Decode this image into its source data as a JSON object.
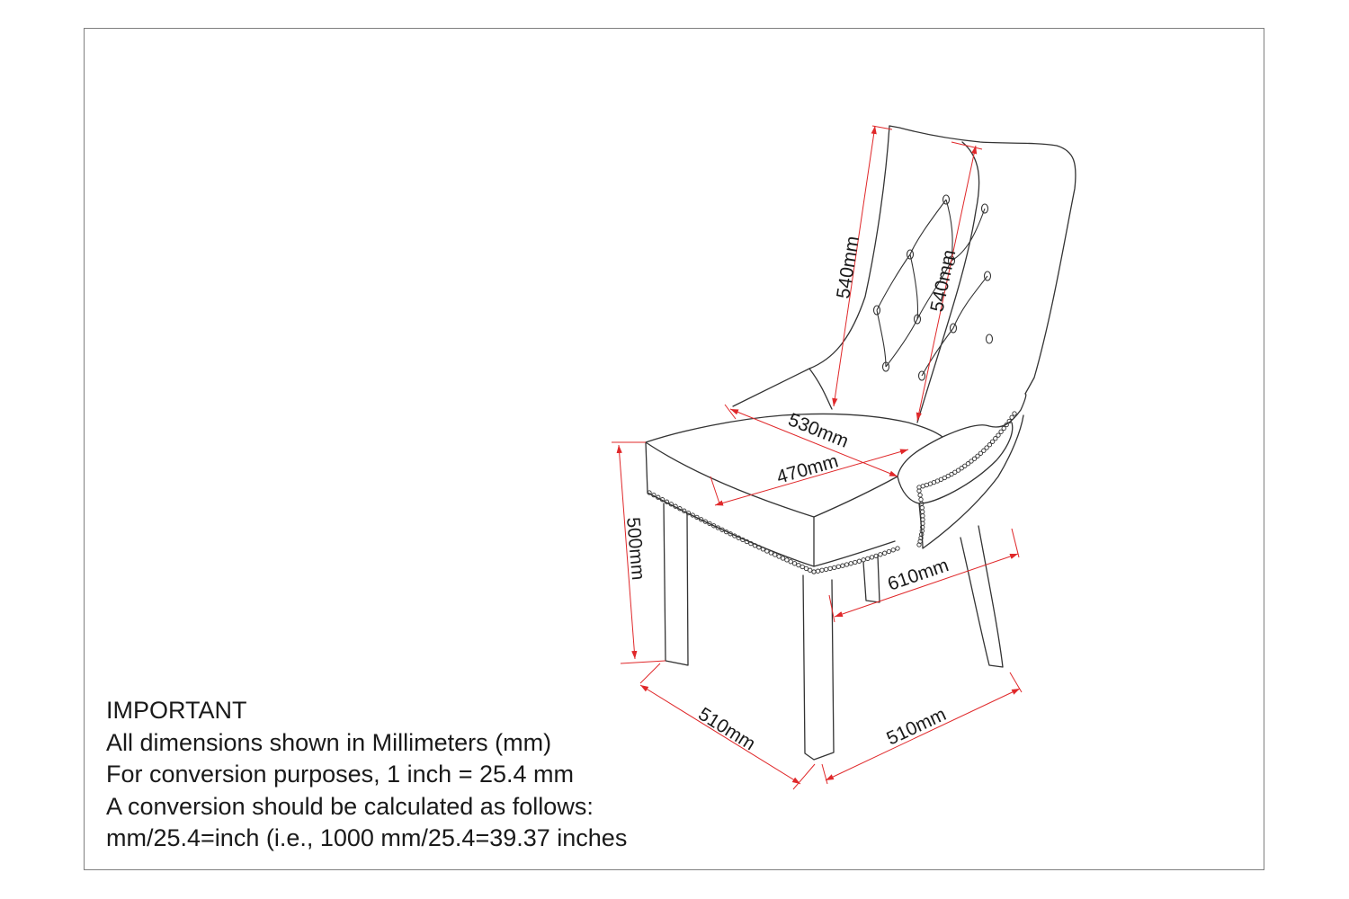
{
  "dimensions": {
    "back_height_left": "540mm",
    "back_height_right": "540mm",
    "seat_depth": "530mm",
    "seat_width": "470mm",
    "overall_height": "500mm",
    "arm_depth": "610mm",
    "base_width": "510mm",
    "base_depth": "510mm"
  },
  "notes": {
    "heading": "IMPORTANT",
    "lines": [
      "All dimensions shown in Millimeters (mm)",
      "For conversion purposes, 1 inch = 25.4 mm",
      "A conversion should be calculated as follows:",
      "mm/25.4=inch (i.e., 1000 mm/25.4=39.37 inches"
    ]
  },
  "colors": {
    "line": "#333333",
    "dimension": "#e0282a",
    "frame": "#7f7f7f"
  }
}
